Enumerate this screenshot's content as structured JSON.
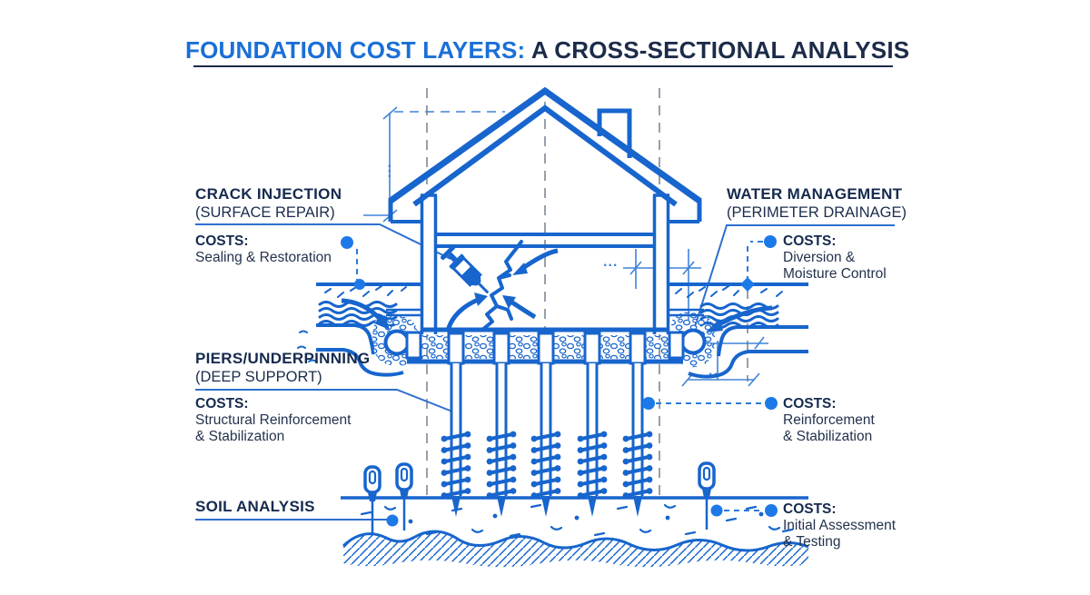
{
  "title": {
    "highlight": "FOUNDATION COST LAYERS:",
    "rest": " A CROSS-SECTIONAL ANALYSIS"
  },
  "labels": {
    "crack_injection": {
      "heading": "CRACK INJECTION",
      "sub": "(SURFACE REPAIR)",
      "costs_label": "COSTS:",
      "costs_lines": [
        "Sealing & Restoration"
      ]
    },
    "water_management": {
      "heading": "WATER MANAGEMENT",
      "sub": "(PERIMETER DRAINAGE)",
      "costs_label": "COSTS:",
      "costs_lines": [
        "Diversion &",
        "Moisture Control"
      ]
    },
    "piers": {
      "heading": "PIERS/UNDERPINNING",
      "sub": "(DEEP SUPPORT)",
      "costs_label": "COSTS:",
      "costs_lines": [
        "Structural Reinforcement",
        "& Stabilization"
      ]
    },
    "piers_costs_right": {
      "costs_label": "COSTS:",
      "costs_lines": [
        "Reinforcement",
        "& Stabilization"
      ]
    },
    "soil": {
      "heading": "SOIL ANALYSIS"
    },
    "soil_costs_right": {
      "costs_label": "COSTS:",
      "costs_lines": [
        "Initial Assessment",
        "& Testing"
      ]
    }
  },
  "diagram": {
    "dims": {
      "wall_height": "...",
      "interior_span": "...",
      "footing_offset": "..."
    },
    "icon_names": [
      "house-cross-section",
      "roof",
      "chimney-icon",
      "syringe-icon",
      "crack-icon",
      "flow-arrow-icon",
      "drain-pipe-icon",
      "water-waves-icon",
      "gravel-pattern",
      "helical-pier-icon",
      "soil-probe-icon",
      "bedrock-hatch",
      "connector-dot",
      "ground-diamond-marker"
    ]
  },
  "colors": {
    "line_blue": "#1765cd",
    "accent_dot_blue": "#1d79e8",
    "title_blue": "#1a6fd6",
    "navy": "#1c2b49",
    "construction_dash_gray": "#97a0aa",
    "dimension_blue": "#4084d8"
  }
}
